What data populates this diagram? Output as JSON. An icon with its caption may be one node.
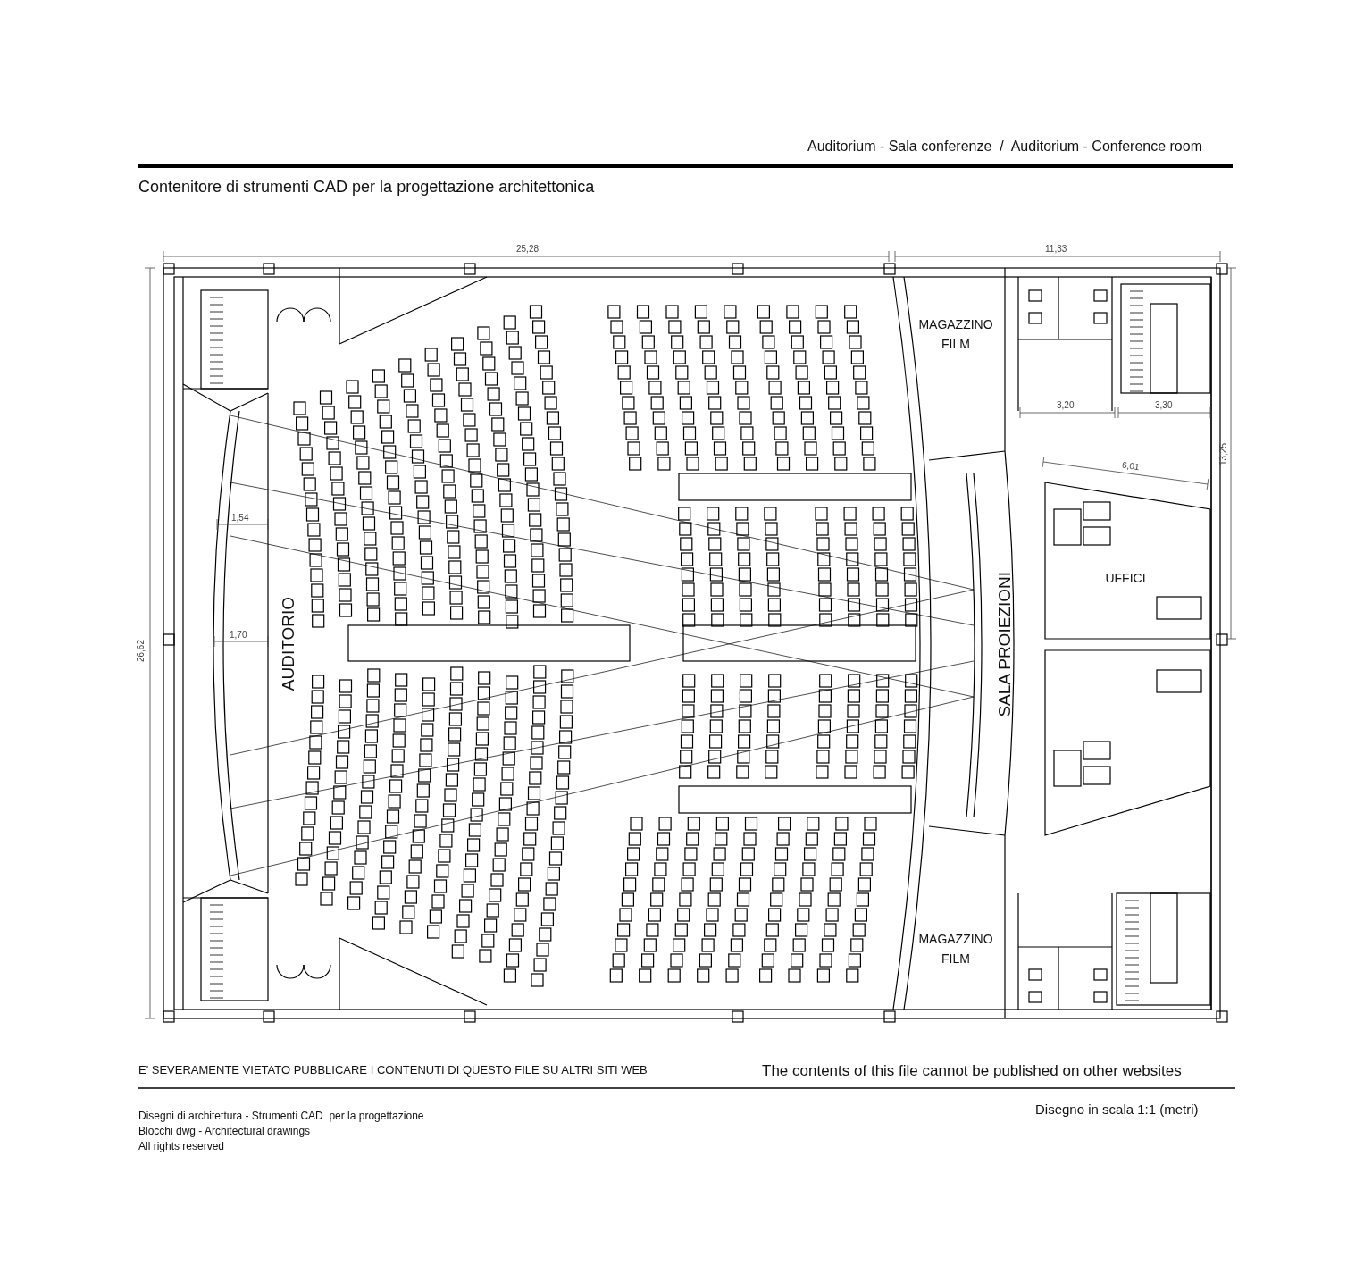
{
  "diagram": {
    "title": "Auditorium - Sala conferenze  /  Auditorium - Conference room",
    "nodes": [
      {
        "text": [
          "MAGAZZINO FILM"
        ]
      },
      {
        "text": [
          "UFFICI"
        ]
      },
      {
        "text": [
          "AUDITORIO"
        ]
      },
      {
        "text": [
          "SALA PROIEZIONI"
        ]
      },
      {
        "text": [
          "MAGAZZINO FILM"
        ]
      }
    ],
    "labels": [
      "Contenitore di strumenti CAD per la progettazione architettonica",
      "25,28",
      "11,33",
      "3,20",
      "3,30",
      "6,01",
      "13,25",
      "1,54",
      "1,70",
      "26,62",
      "E' SEVERAMENTE VIETATO PUBBLICARE I CONTENUTI DI QUESTO FILE SU ALTRI SITI WEB",
      "The contents of this file cannot be published on other websites",
      "Disegni di architettura - Strumenti CAD  per la progettazione",
      "Blocchi dwg - Architectural drawings",
      "All rights reserved",
      "Disegno in scala 1:1 (metri)"
    ]
  }
}
